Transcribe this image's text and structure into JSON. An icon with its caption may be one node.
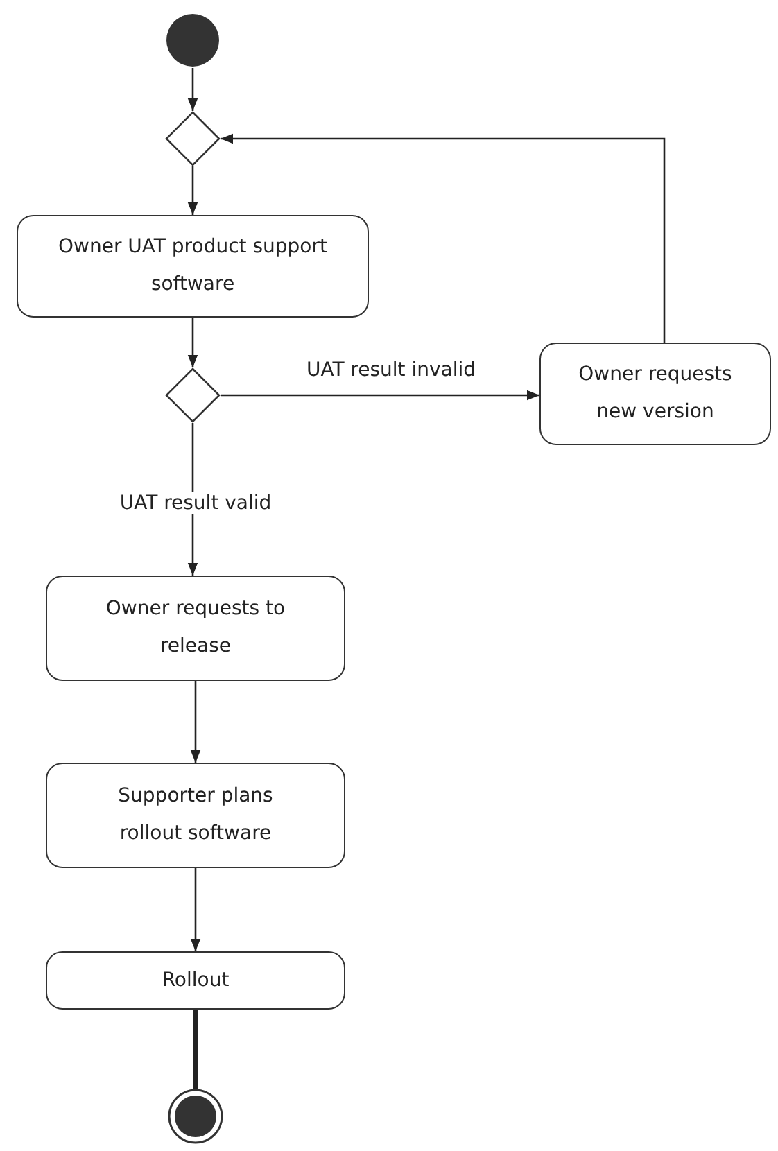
{
  "diagram": {
    "nodes": [
      {
        "text": [],
        "shape": "circle"
      },
      {
        "text": [],
        "shape": "diamond"
      },
      {
        "text": [
          "Owner UAT product support software"
        ]
      },
      {
        "text": [],
        "shape": "diamond"
      },
      {
        "text": [
          "Owner requests new version"
        ]
      },
      {
        "text": [
          "Owner requests to release"
        ]
      },
      {
        "text": [
          "Supporter plans rollout software"
        ]
      },
      {
        "text": [
          "Rollout"
        ]
      },
      {
        "text": [],
        "shape": "bullseye"
      }
    ],
    "edges": [
      {
        "from": 0,
        "to": 1,
        "arrow": "to"
      },
      {
        "from": 1,
        "to": 2,
        "arrow": "to"
      },
      {
        "from": 2,
        "to": 3,
        "arrow": "to"
      },
      {
        "from": 3,
        "to": 4,
        "arrow": "to",
        "label": "UAT result invalid"
      },
      {
        "from": 4,
        "to": 1,
        "arrow": "to"
      },
      {
        "from": 3,
        "to": 5,
        "arrow": "to",
        "label": "UAT result valid"
      },
      {
        "from": 5,
        "to": 6,
        "arrow": "to"
      },
      {
        "from": 6,
        "to": 7,
        "arrow": "to"
      },
      {
        "from": 7,
        "to": 8,
        "arrow": "none",
        "style": "thick"
      }
    ]
  }
}
